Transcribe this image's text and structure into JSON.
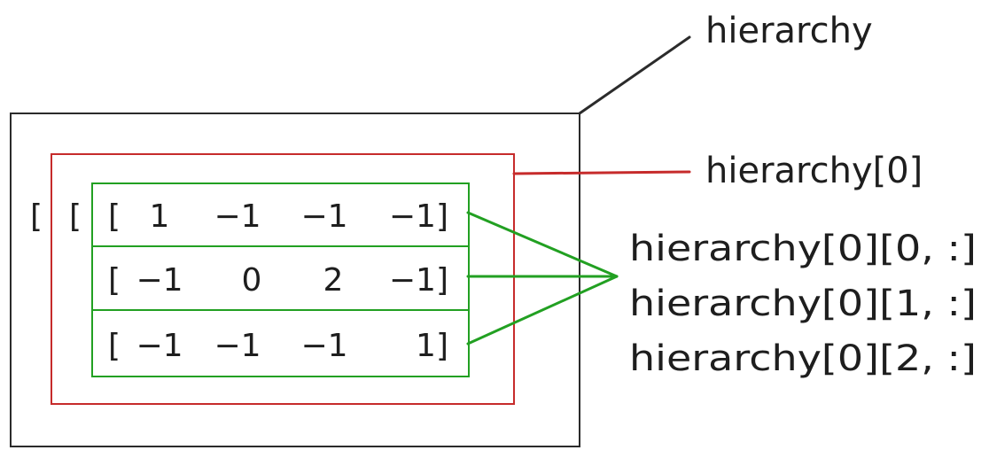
{
  "colors": {
    "outer_box": "#2b2b2b",
    "red_box": "#c62b2b",
    "green_box": "#22a022",
    "text": "#1e1e1e"
  },
  "brackets": {
    "outer_open": "[",
    "red_open": "[",
    "row_open": "["
  },
  "matrix": {
    "rows": [
      {
        "open": "[",
        "cells": [
          "1",
          "−1",
          "−1",
          "−1]"
        ]
      },
      {
        "open": "[",
        "cells": [
          "−1",
          "0",
          "2",
          "−1]"
        ]
      },
      {
        "open": "[",
        "cells": [
          "−1",
          "−1",
          "−1",
          "1]"
        ]
      }
    ]
  },
  "labels": {
    "hierarchy": "hierarchy",
    "hierarchy0": "hierarchy[0]",
    "rows": [
      "hierarchy[0][0, :]",
      "hierarchy[0][1,  :]",
      "hierarchy[0][2, :]"
    ]
  }
}
